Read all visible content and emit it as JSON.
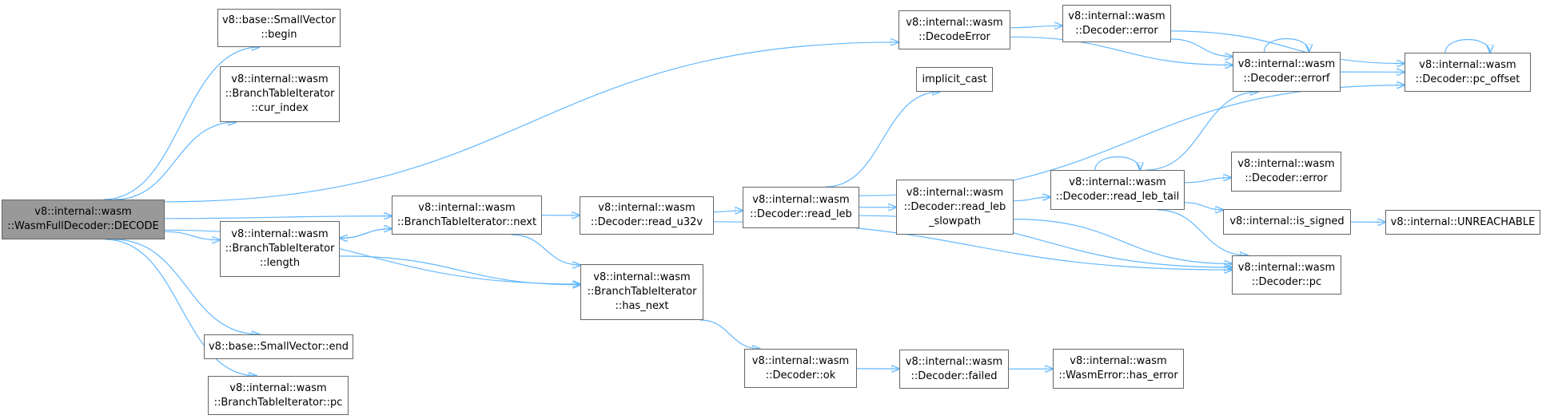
{
  "diagram": {
    "colors": {
      "edge": "#63b8ff",
      "node_border": "#666666",
      "root_fill": "#999999",
      "node_fill": "#ffffff"
    },
    "nodes": [
      {
        "id": "decode",
        "label": "v8::internal::wasm\n::WasmFullDecoder::DECODE",
        "root": true
      },
      {
        "id": "sv_begin",
        "label": "v8::base::SmallVector\n::begin"
      },
      {
        "id": "bti_cur_index",
        "label": "v8::internal::wasm\n::BranchTableIterator\n::cur_index"
      },
      {
        "id": "bti_length",
        "label": "v8::internal::wasm\n::BranchTableIterator\n::length"
      },
      {
        "id": "sv_end",
        "label": "v8::base::SmallVector::end"
      },
      {
        "id": "bti_pc",
        "label": "v8::internal::wasm\n::BranchTableIterator::pc"
      },
      {
        "id": "bti_next",
        "label": "v8::internal::wasm\n::BranchTableIterator::next"
      },
      {
        "id": "read_u32v",
        "label": "v8::internal::wasm\n::Decoder::read_u32v"
      },
      {
        "id": "bti_has_next",
        "label": "v8::internal::wasm\n::BranchTableIterator\n::has_next"
      },
      {
        "id": "read_leb",
        "label": "v8::internal::wasm\n::Decoder::read_leb"
      },
      {
        "id": "decode_error",
        "label": "v8::internal::wasm\n::DecodeError"
      },
      {
        "id": "implicit_cast",
        "label": "implicit_cast"
      },
      {
        "id": "read_leb_slowpath",
        "label": "v8::internal::wasm\n::Decoder::read_leb\n_slowpath"
      },
      {
        "id": "dec_ok",
        "label": "v8::internal::wasm\n::Decoder::ok"
      },
      {
        "id": "dec_failed",
        "label": "v8::internal::wasm\n::Decoder::failed"
      },
      {
        "id": "dec_error_top",
        "label": "v8::internal::wasm\n::Decoder::error"
      },
      {
        "id": "read_leb_tail",
        "label": "v8::internal::wasm\n::Decoder::read_leb_tail"
      },
      {
        "id": "has_error",
        "label": "v8::internal::wasm\n::WasmError::has_error"
      },
      {
        "id": "errorf",
        "label": "v8::internal::wasm\n::Decoder::errorf"
      },
      {
        "id": "dec_error_mid",
        "label": "v8::internal::wasm\n::Decoder::error"
      },
      {
        "id": "is_signed",
        "label": "v8::internal::is_signed"
      },
      {
        "id": "dec_pc",
        "label": "v8::internal::wasm\n::Decoder::pc"
      },
      {
        "id": "pc_offset",
        "label": "v8::internal::wasm\n::Decoder::pc_offset"
      },
      {
        "id": "unreachable",
        "label": "v8::internal::UNREACHABLE"
      }
    ],
    "edges": [
      [
        "decode",
        "sv_begin"
      ],
      [
        "decode",
        "bti_cur_index"
      ],
      [
        "decode",
        "decode_error"
      ],
      [
        "decode",
        "bti_next"
      ],
      [
        "decode",
        "bti_length"
      ],
      [
        "decode",
        "bti_has_next"
      ],
      [
        "decode",
        "sv_end"
      ],
      [
        "decode",
        "bti_pc"
      ],
      [
        "bti_next",
        "bti_length"
      ],
      [
        "bti_next",
        "read_u32v"
      ],
      [
        "bti_next",
        "bti_has_next"
      ],
      [
        "bti_length",
        "bti_next"
      ],
      [
        "bti_length",
        "bti_has_next"
      ],
      [
        "read_u32v",
        "read_leb"
      ],
      [
        "read_u32v",
        "dec_pc"
      ],
      [
        "bti_has_next",
        "dec_ok"
      ],
      [
        "read_leb",
        "implicit_cast"
      ],
      [
        "read_leb",
        "pc_offset"
      ],
      [
        "read_leb",
        "read_leb_slowpath"
      ],
      [
        "read_leb",
        "dec_pc"
      ],
      [
        "decode_error",
        "dec_error_top"
      ],
      [
        "decode_error",
        "errorf"
      ],
      [
        "dec_error_top",
        "errorf"
      ],
      [
        "dec_error_top",
        "pc_offset"
      ],
      [
        "errorf",
        "errorf"
      ],
      [
        "errorf",
        "pc_offset"
      ],
      [
        "pc_offset",
        "pc_offset"
      ],
      [
        "read_leb_slowpath",
        "read_leb_tail"
      ],
      [
        "read_leb_slowpath",
        "dec_pc"
      ],
      [
        "read_leb_tail",
        "read_leb_tail"
      ],
      [
        "read_leb_tail",
        "errorf"
      ],
      [
        "read_leb_tail",
        "dec_error_mid"
      ],
      [
        "read_leb_tail",
        "is_signed"
      ],
      [
        "read_leb_tail",
        "dec_pc"
      ],
      [
        "is_signed",
        "unreachable"
      ],
      [
        "dec_ok",
        "dec_failed"
      ],
      [
        "dec_failed",
        "has_error"
      ]
    ]
  }
}
